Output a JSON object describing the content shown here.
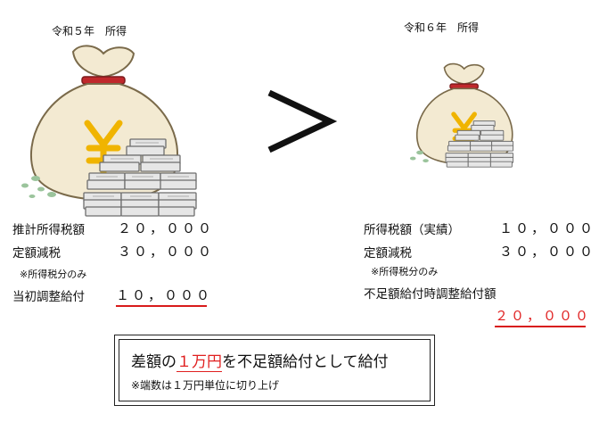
{
  "left": {
    "title": "令和５年　所得",
    "rows": [
      {
        "label": "推計所得税額",
        "value": "２０，０００"
      },
      {
        "label": "定額減税",
        "value": "３０，０００"
      }
    ],
    "note": "※所得税分のみ",
    "result_label": "当初調整給付",
    "result_value": "１０，０００"
  },
  "comparison_symbol": ">",
  "right": {
    "title": "令和６年　所得",
    "rows": [
      {
        "label": "所得税額（実績）",
        "value": "１０，０００"
      },
      {
        "label": "定額減税",
        "value": "３０，０００"
      }
    ],
    "note": "※所得税分のみ",
    "result_label": "不足額給付時調整給付額",
    "result_value": "２０，０００"
  },
  "summary": {
    "prefix": "差額の",
    "highlight": "１万円",
    "suffix": "を不足額給付として給付",
    "note": "※端数は１万円単位に切り上げ"
  },
  "colors": {
    "highlight_red": "#e02020",
    "bag_fill": "#f3ead2",
    "bag_stroke": "#7a6a4a",
    "yen_gold": "#f0b400",
    "tie_red": "#c0282c",
    "bill_gray": "#e6e6e6"
  },
  "icons": [
    "money-bag-icon",
    "bill-stack-icon"
  ]
}
